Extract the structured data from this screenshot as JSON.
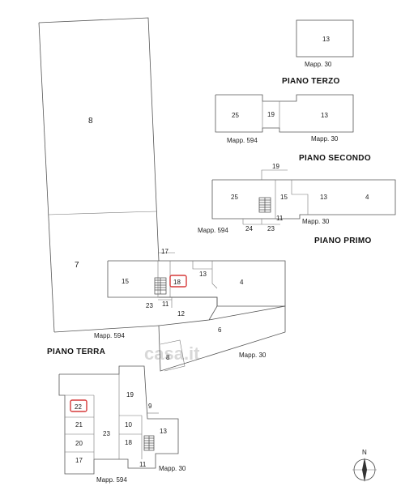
{
  "floors": {
    "terzo": "PIANO TERZO",
    "secondo": "PIANO SECONDO",
    "primo": "PIANO PRIMO",
    "terra": "PIANO TERRA"
  },
  "mapp": {
    "m30": "Mapp. 30",
    "m594": "Mapp. 594"
  },
  "rooms": {
    "r3_13": "13",
    "r2_25": "25",
    "r2_19": "19",
    "r2_13": "13",
    "r1_19": "19",
    "r1_25": "25",
    "r1_15": "15",
    "r1_13": "13",
    "r1_4": "4",
    "r1_24": "24",
    "r1_23": "23",
    "r1_11": "11",
    "t_8": "8",
    "t_7": "7",
    "t_17": "17",
    "t_15": "15",
    "t_18": "18",
    "t_13": "13",
    "t_4": "4",
    "t_23": "23",
    "t_11": "11",
    "t_12": "12",
    "t_6": "6",
    "t_8b": "8",
    "b_19": "19",
    "b_22": "22",
    "b_9": "9",
    "b_21": "21",
    "b_10": "10",
    "b_13": "13",
    "b_23": "23",
    "b_20": "20",
    "b_18": "18",
    "b_17": "17",
    "b_11": "11"
  },
  "watermark": "casa.it",
  "compass": {
    "north": "N"
  },
  "highlight_color": "#d63a3a"
}
